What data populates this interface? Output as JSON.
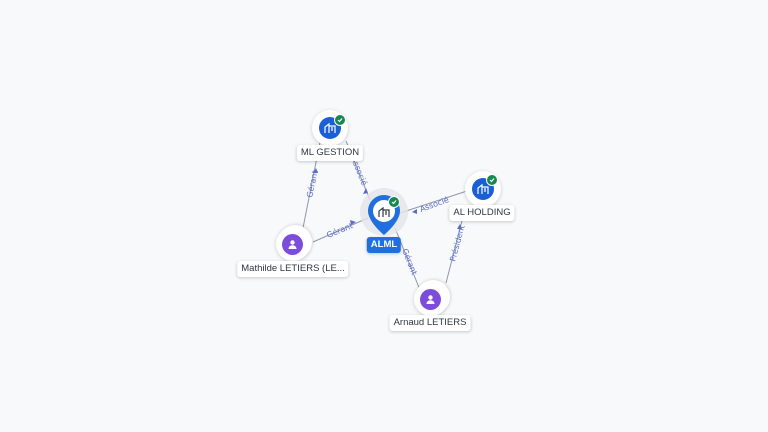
{
  "nodes": {
    "alml": {
      "name": "ALML",
      "type": "company",
      "verified": true,
      "icon": "building-icon"
    },
    "ml_gestion": {
      "name": "ML GESTION",
      "type": "company",
      "verified": true,
      "icon": "building-icon"
    },
    "al_holding": {
      "name": "AL HOLDING",
      "type": "company",
      "verified": true,
      "icon": "building-icon"
    },
    "mathilde": {
      "name": "Mathilde LETIERS (LE...",
      "type": "person",
      "icon": "person-icon"
    },
    "arnaud": {
      "name": "Arnaud LETIERS",
      "type": "person",
      "icon": "person-icon"
    }
  },
  "edges": [
    {
      "from": "ML GESTION",
      "to": "ALML",
      "label": "Associé"
    },
    {
      "from": "AL HOLDING",
      "to": "ALML",
      "label": "Associé"
    },
    {
      "from": "Mathilde LETIERS (LE...",
      "to": "ML GESTION",
      "label": "Gérant"
    },
    {
      "from": "Mathilde LETIERS (LE...",
      "to": "ALML",
      "label": "Gérant"
    },
    {
      "from": "Arnaud LETIERS",
      "to": "ALML",
      "label": "Gérant"
    },
    {
      "from": "Arnaud LETIERS",
      "to": "AL HOLDING",
      "label": "Président"
    }
  ],
  "colors": {
    "company": "#1a5fd6",
    "person": "#7c4ddb",
    "verified": "#17894f",
    "edge_label": "#5b6ad0",
    "primary_label_bg": "#1f6fe0"
  }
}
